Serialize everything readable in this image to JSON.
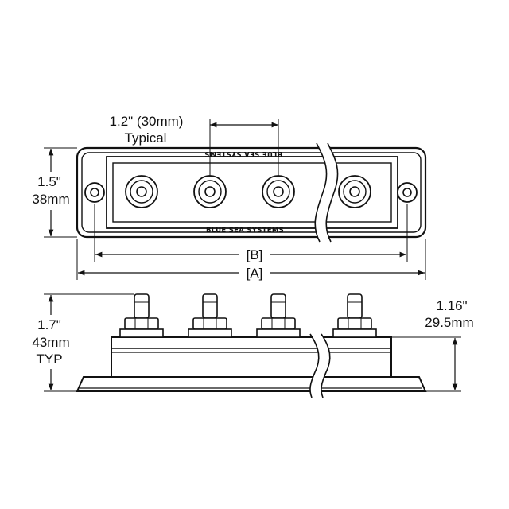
{
  "top_view": {
    "stud_spacing_label": "1.2\" (30mm)",
    "stud_spacing_note": "Typical",
    "height_inch": "1.5\"",
    "height_mm": "38mm",
    "dim_b_label": "[B]",
    "dim_a_label": "[A]",
    "brand_top": "BLUE SEA SYSTEMS",
    "brand_bottom": "BLUE SEA SYSTEMS"
  },
  "side_view": {
    "height_inch": "1.7\"",
    "height_mm": "43mm",
    "height_note": "TYP",
    "base_height_inch": "1.16\"",
    "base_height_mm": "29.5mm"
  }
}
